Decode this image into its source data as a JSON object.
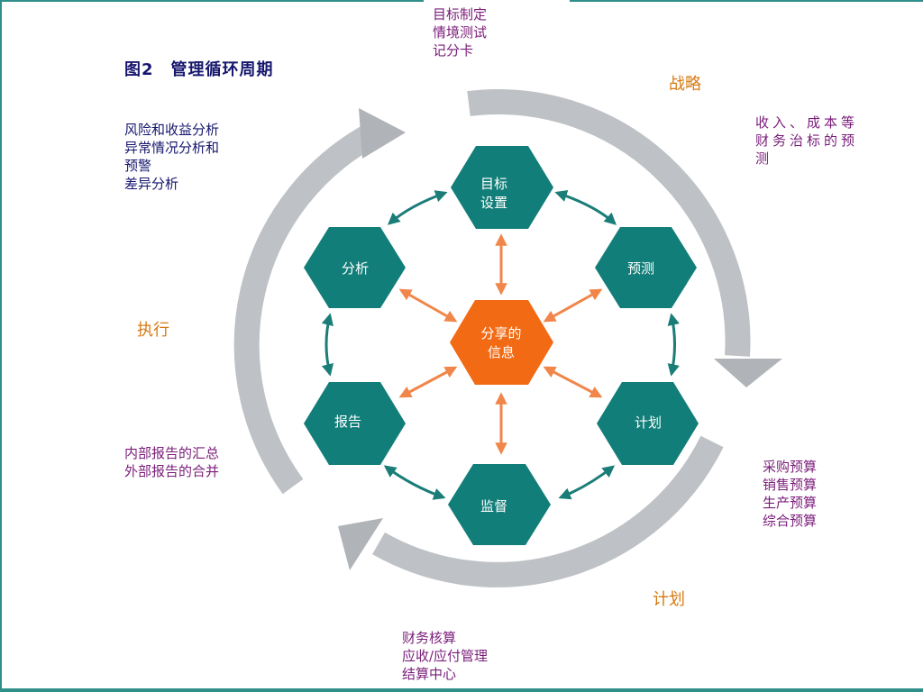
{
  "figure_title": "图2　管理循环周期",
  "phases": {
    "strategy": "战略",
    "plan": "计划",
    "execute": "执行"
  },
  "notes": {
    "top": "目标制定\n情境测试\n记分卡",
    "top_right": "收入、成本等\n财务治标的预\n测",
    "bottom_right": "采购预算\n销售预算\n生产预算\n综合预算",
    "bottom": "财务核算\n应收/应付管理\n结算中心",
    "bottom_left": "内部报告的汇总\n外部报告的合并",
    "top_left": "风险和收益分析\n异常情况分析和\n预警\n差异分析"
  },
  "nodes": {
    "center": [
      "分享的",
      "信息"
    ],
    "goal": [
      "目标",
      "设置"
    ],
    "forecast": [
      "预测"
    ],
    "plan": [
      "计划"
    ],
    "monitor": [
      "监督"
    ],
    "report": [
      "报告"
    ],
    "analysis": [
      "分析"
    ]
  },
  "colors": {
    "teal": "#127e79",
    "center": "#f26a14",
    "inner_arrow": "#f0864a",
    "ring_arrow": "#1a7d78",
    "cycle_arrow": "#b9bcc0",
    "note_purple": "#7a1d7a",
    "note_navy": "#16166e",
    "phase_orange": "#d67a12"
  }
}
